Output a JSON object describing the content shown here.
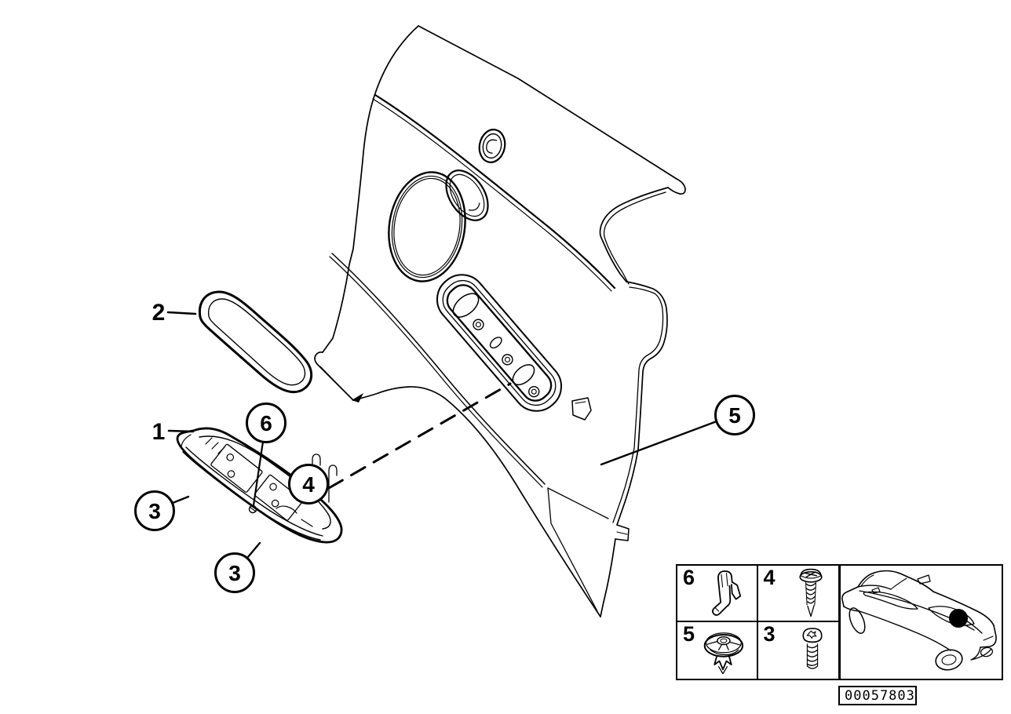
{
  "diagram": {
    "background_color": "#ffffff",
    "line_color": "#000000",
    "description": "Exploded parts diagram: rear quarter trim panel with armrest pad and armrest base"
  },
  "callouts": {
    "n1": "1",
    "n2": "2",
    "n3a": "3",
    "n3b": "3",
    "n4": "4",
    "n5": "5",
    "n6": "6"
  },
  "legend": {
    "cells": [
      {
        "label": "6",
        "icon": "body-clip-icon"
      },
      {
        "label": "4",
        "icon": "tapping-screw-icon"
      },
      {
        "label": "5",
        "icon": "expanding-rivet-icon"
      },
      {
        "label": "3",
        "icon": "torx-screw-icon"
      }
    ]
  },
  "car_locator": {
    "icon": "coupe-rear-quarter-locator",
    "marker_color": "#000000"
  },
  "part_number": "00057803"
}
